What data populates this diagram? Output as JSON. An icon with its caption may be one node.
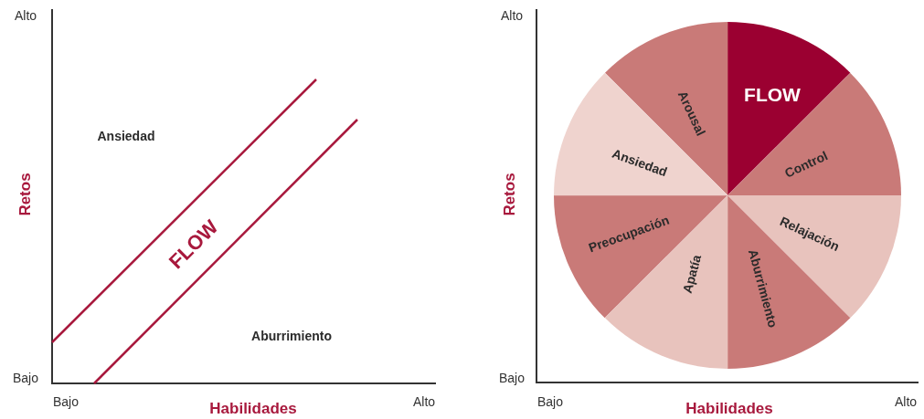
{
  "diagram": {
    "nodes": [
      {
        "text": [
          "FLOW"
        ]
      },
      {
        "text": [
          "Control"
        ]
      },
      {
        "text": [
          "Relajación"
        ]
      },
      {
        "text": [
          "Aburrimiento"
        ]
      },
      {
        "text": [
          "Apatía"
        ]
      },
      {
        "text": [
          "Preocupación"
        ]
      },
      {
        "text": [
          "Ansiedad"
        ]
      },
      {
        "text": [
          "Arousal"
        ]
      }
    ],
    "labels": [
      "Alto",
      "Ansiedad",
      "Retos",
      "FLOW",
      "Aburrimiento",
      "Bajo",
      "Bajo",
      "Habilidades",
      "Alto",
      "Alto",
      "Retos",
      "Bajo",
      "Bajo",
      "Habilidades",
      "Alto"
    ]
  }
}
